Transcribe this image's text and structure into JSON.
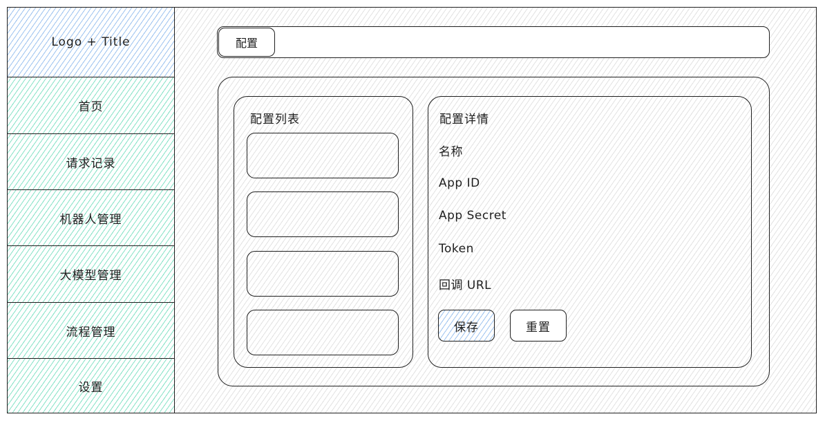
{
  "sidebar": {
    "logo_title": "Logo + Title",
    "items": [
      {
        "label": "首页"
      },
      {
        "label": "请求记录"
      },
      {
        "label": "机器人管理"
      },
      {
        "label": "大模型管理"
      },
      {
        "label": "流程管理"
      },
      {
        "label": "设置"
      }
    ]
  },
  "header": {
    "tabs": [
      {
        "label": "配置"
      }
    ]
  },
  "config_list": {
    "title": "配置列表",
    "items": [
      "",
      "",
      "",
      ""
    ]
  },
  "config_detail": {
    "title": "配置详情",
    "fields": [
      {
        "label": "名称"
      },
      {
        "label": "App ID"
      },
      {
        "label": "App Secret"
      },
      {
        "label": "Token"
      },
      {
        "label": "回调 URL"
      }
    ],
    "save_label": "保存",
    "reset_label": "重置"
  },
  "colors": {
    "stroke": "#1e1e1e",
    "hatch_gray": "#787878",
    "hatch_blue": "#4a90e2",
    "hatch_teal": "#20c997"
  }
}
